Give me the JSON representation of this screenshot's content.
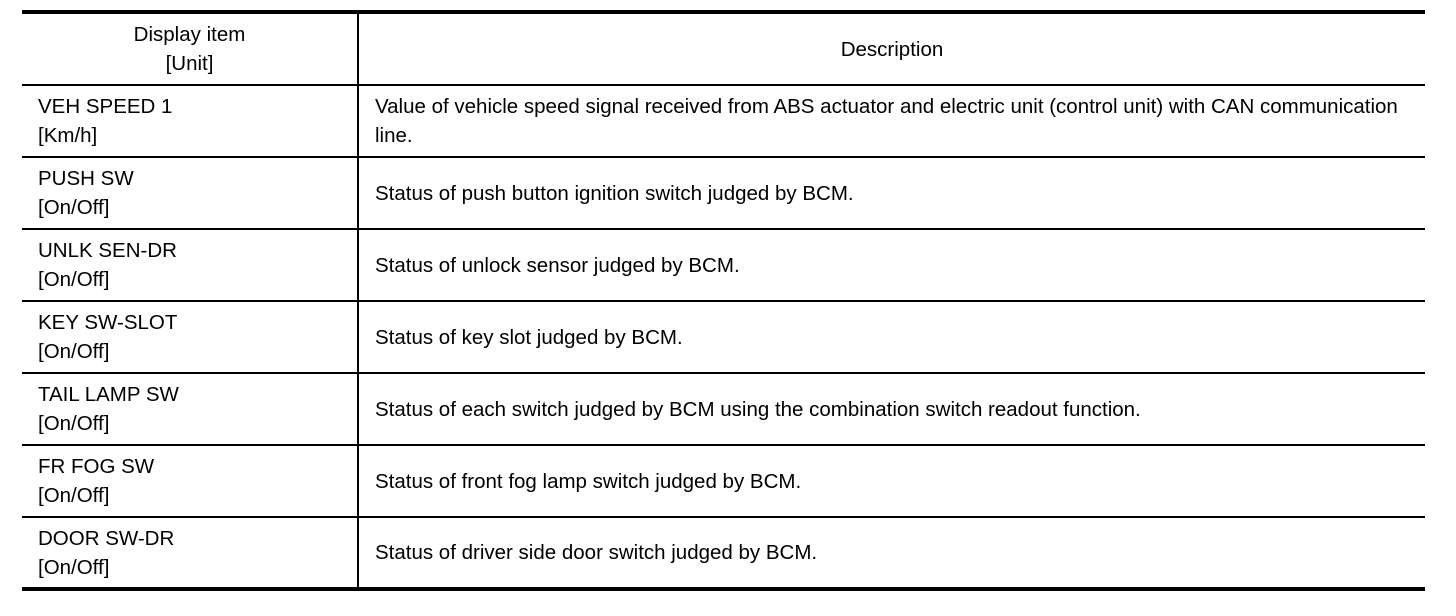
{
  "header": {
    "item_line1": "Display item",
    "item_line2": "[Unit]",
    "description": "Description"
  },
  "rows": [
    {
      "item": "VEH SPEED 1",
      "unit": "[Km/h]",
      "description": "Value of vehicle speed signal received from ABS actuator and electric unit (control unit) with CAN communication line."
    },
    {
      "item": "PUSH SW",
      "unit": "[On/Off]",
      "description": "Status of push button ignition switch judged by BCM."
    },
    {
      "item": "UNLK SEN-DR",
      "unit": "[On/Off]",
      "description": "Status of unlock sensor judged by BCM."
    },
    {
      "item": "KEY SW-SLOT",
      "unit": "[On/Off]",
      "description": "Status of key slot judged by BCM."
    },
    {
      "item": "TAIL LAMP SW",
      "unit": "[On/Off]",
      "description": "Status of each switch judged by BCM using the combination switch readout function."
    },
    {
      "item": "FR FOG SW",
      "unit": "[On/Off]",
      "description": "Status of front fog lamp switch judged by BCM."
    },
    {
      "item": "DOOR SW-DR",
      "unit": "[On/Off]",
      "description": "Status of driver side door switch judged by BCM."
    }
  ]
}
